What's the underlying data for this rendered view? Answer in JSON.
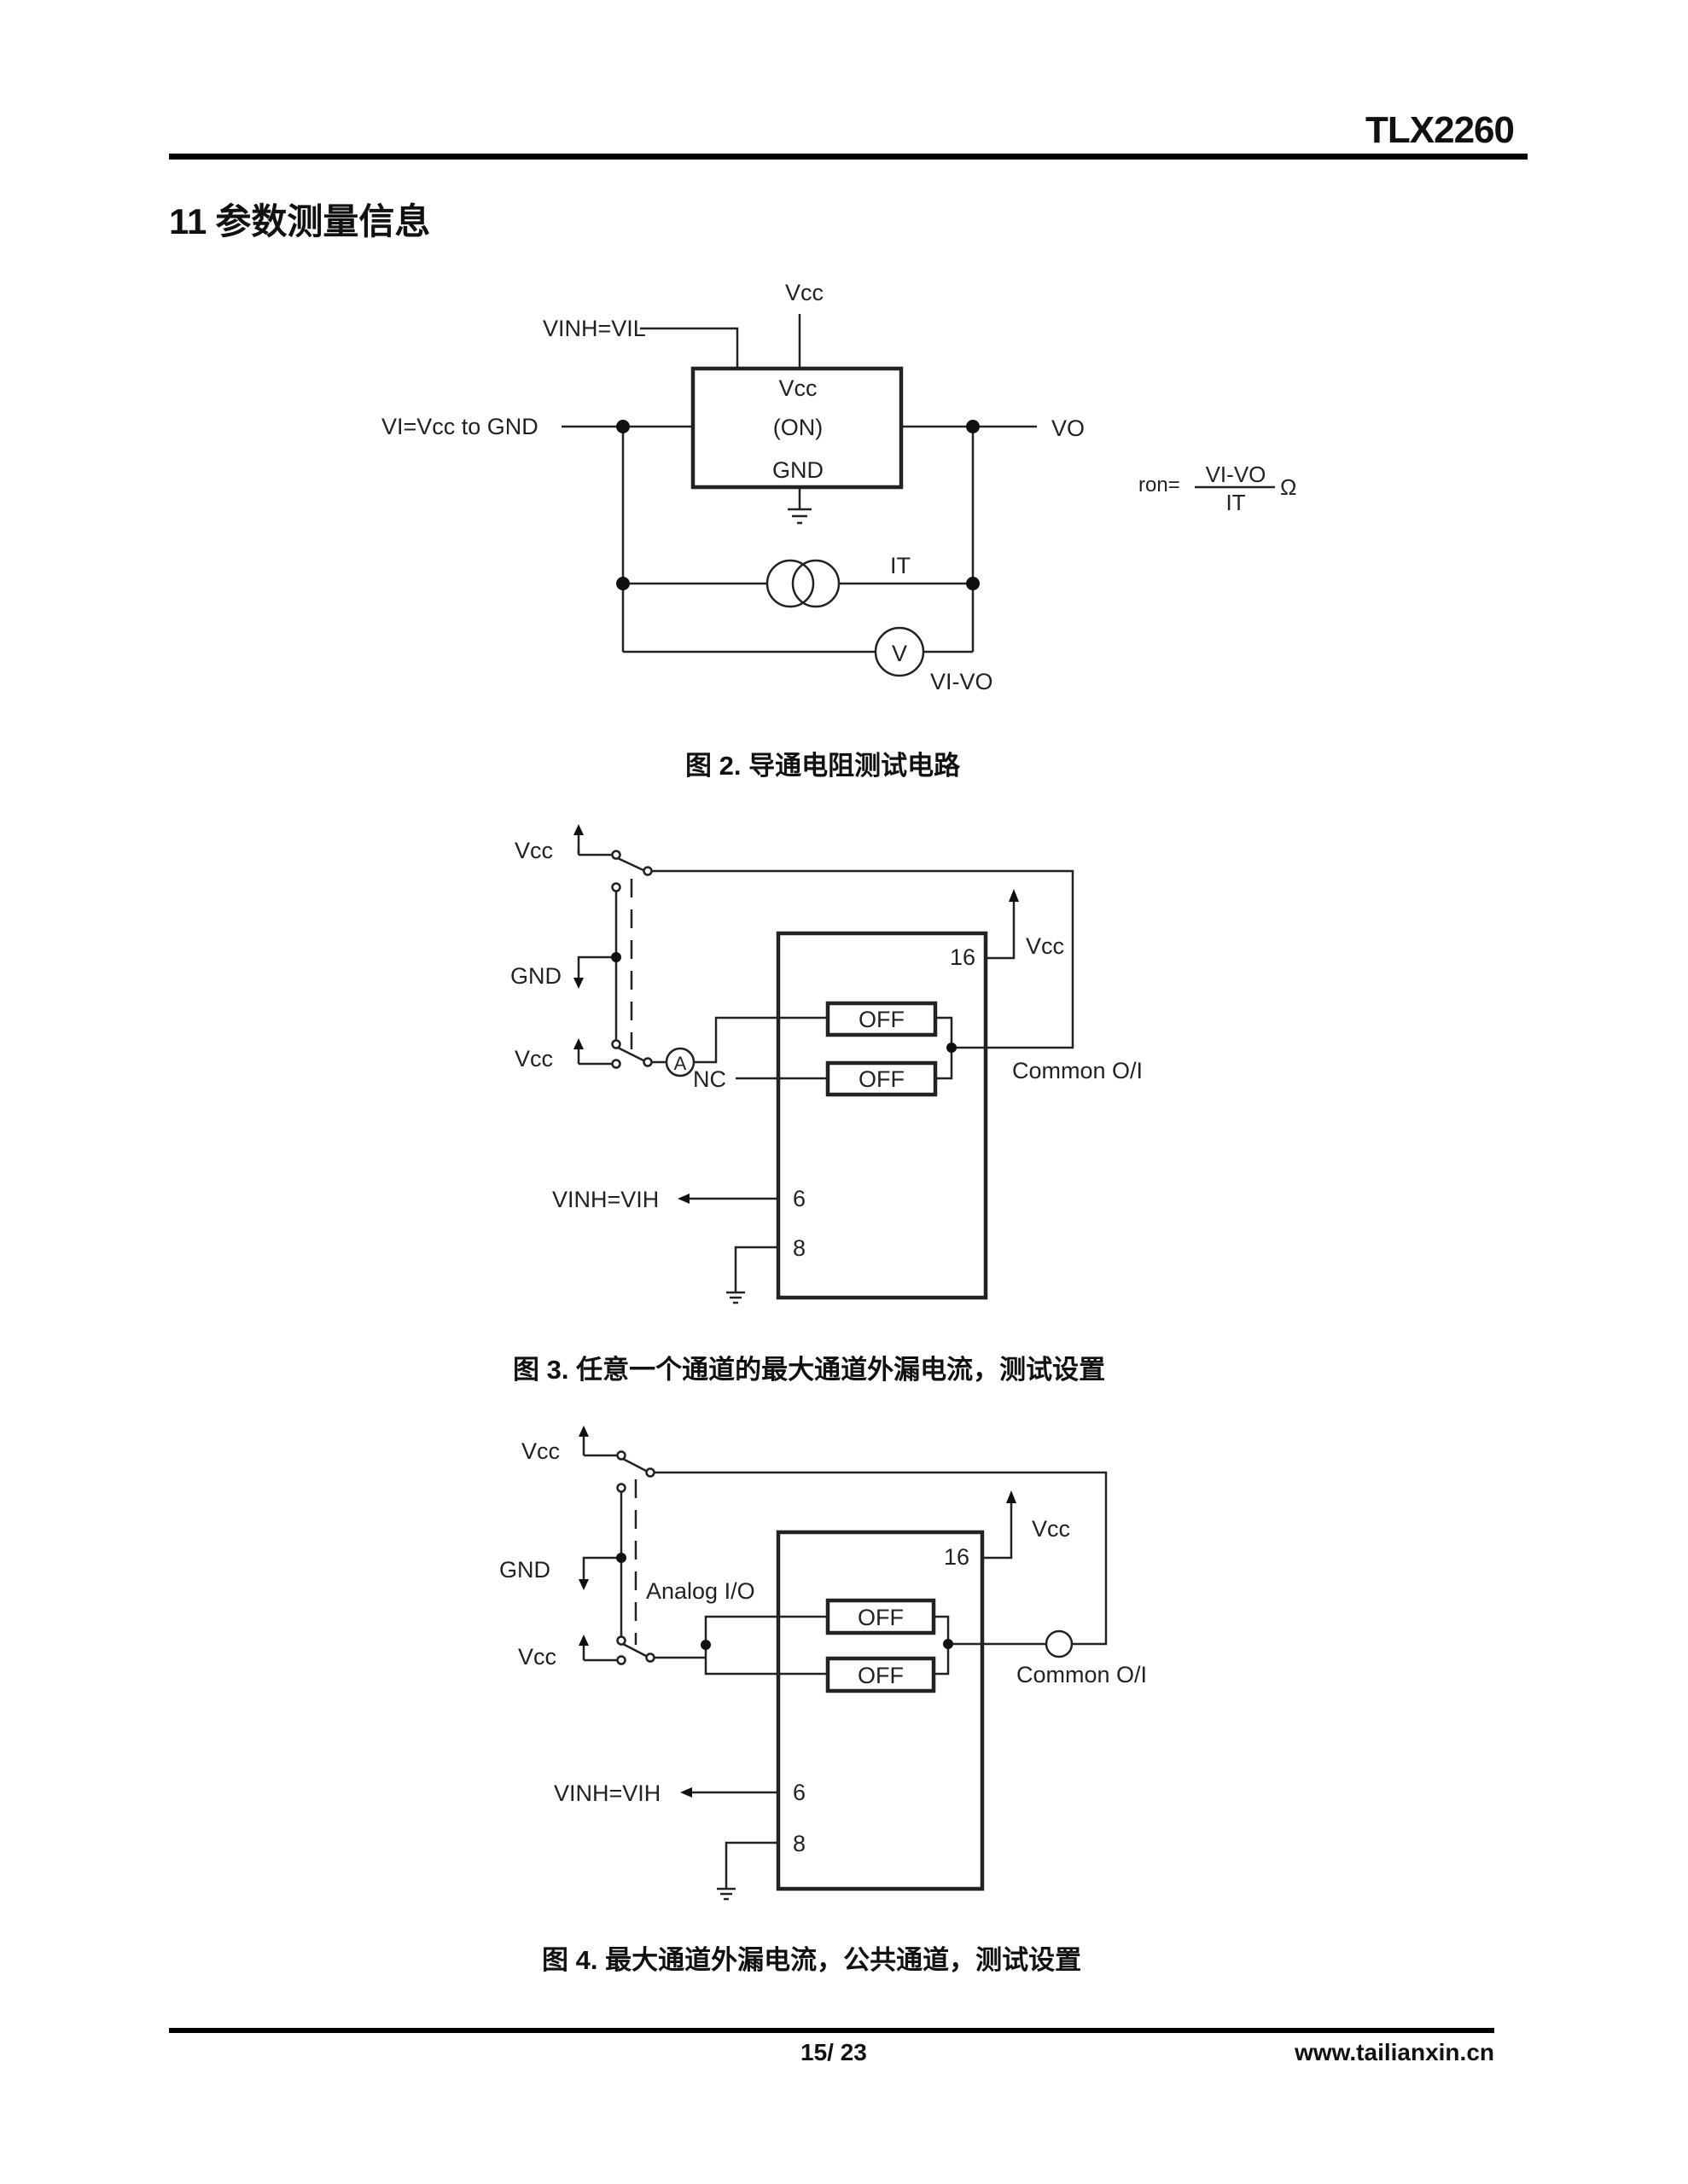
{
  "header": {
    "doc_title": "TLX2260"
  },
  "section": {
    "number": "11",
    "title": "参数测量信息"
  },
  "figure2": {
    "caption_prefix": "图",
    "caption_num": "2.",
    "caption_text": "导通电阻测试电路",
    "labels": {
      "vcc_top": "Vcc",
      "vinh": "VINH=VIL",
      "vi": "VI=Vcc to GND",
      "box_vcc": "Vcc",
      "box_on": "(ON)",
      "box_gnd": "GND",
      "vo": "VO",
      "it": "IT",
      "voltmeter": "V",
      "vi_vo": "VI-VO"
    },
    "formula": {
      "lhs": "ron=",
      "numerator": "VI-VO",
      "denominator": "IT",
      "unit": "Ω"
    }
  },
  "figure3": {
    "caption_prefix": "图",
    "caption_num": "3.",
    "caption_text": "任意一个通道的最大通道外漏电流，测试设置",
    "labels": {
      "vcc_top": "Vcc",
      "gnd": "GND",
      "vcc_bottom": "Vcc",
      "ammeter": "A",
      "nc": "NC",
      "off1": "OFF",
      "off2": "OFF",
      "pin16": "16",
      "vcc_pin16": "Vcc",
      "common": "Common O/I",
      "vinh": "VINH=VIH",
      "pin6": "6",
      "pin8": "8"
    }
  },
  "figure4": {
    "caption_prefix": "图",
    "caption_num": "4.",
    "caption_text": "最大通道外漏电流，公共通道，测试设置",
    "labels": {
      "vcc_top": "Vcc",
      "gnd": "GND",
      "vcc_bottom": "Vcc",
      "analog_io": "Analog I/O",
      "off1": "OFF",
      "off2": "OFF",
      "pin16": "16",
      "vcc_pin16": "Vcc",
      "common": "Common O/I",
      "vinh": "VINH=VIH",
      "pin6": "6",
      "pin8": "8"
    }
  },
  "footer": {
    "page": "15/ 23",
    "url": "www.tailianxin.cn"
  }
}
